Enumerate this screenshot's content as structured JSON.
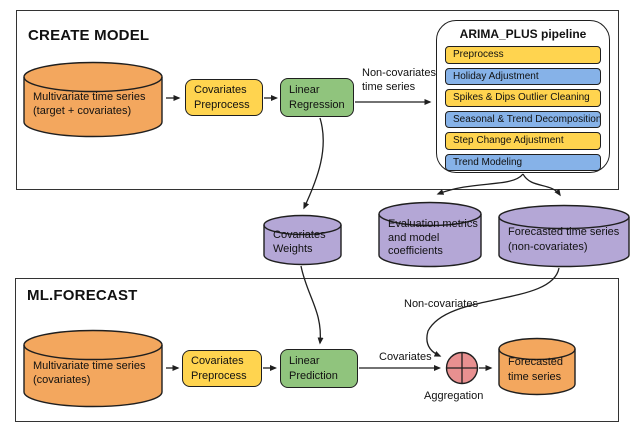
{
  "palette": {
    "orange": "#F3A75E",
    "yellow": "#FFD44F",
    "green": "#90C47D",
    "blue": "#86B2E8",
    "purple": "#B4A7D6",
    "pink": "#E89090",
    "stroke": "#1f1f1f"
  },
  "create_model": {
    "title": "CREATE MODEL",
    "input_cylinder": "Multivariate time series\n(target + covariates)",
    "covariates_preprocess": "Covariates\nPreprocess",
    "linear_regression": "Linear\nRegression",
    "edge_label_noncov_ts": "Non-covariates\ntime series"
  },
  "pipeline": {
    "title": "ARIMA_PLUS pipeline",
    "steps": [
      {
        "label": "Preprocess",
        "color": "yellow"
      },
      {
        "label": "Holiday Adjustment",
        "color": "blue"
      },
      {
        "label": "Spikes & Dips Outlier Cleaning",
        "color": "yellow"
      },
      {
        "label": "Seasonal & Trend Decomposition",
        "color": "blue"
      },
      {
        "label": "Step Change Adjustment",
        "color": "yellow"
      },
      {
        "label": "Trend Modeling",
        "color": "blue"
      }
    ]
  },
  "outputs": {
    "covariates_weights": "Covariates\nWeights",
    "evaluation_metrics": "Evaluation metrics\nand model\ncoefficients",
    "forecast_noncovariates": "Forecasted time series\n(non-covariates)"
  },
  "ml_forecast": {
    "title": "ML.FORECAST",
    "input_cylinder": "Multivariate time series\n(covariates)",
    "covariates_preprocess": "Covariates\nPreprocess",
    "linear_prediction": "Linear\nPrediction",
    "label_noncovariates": "Non-covariates",
    "label_covariates": "Covariates",
    "label_aggregation": "Aggregation",
    "output_cylinder": "Forecasted\ntime series"
  }
}
